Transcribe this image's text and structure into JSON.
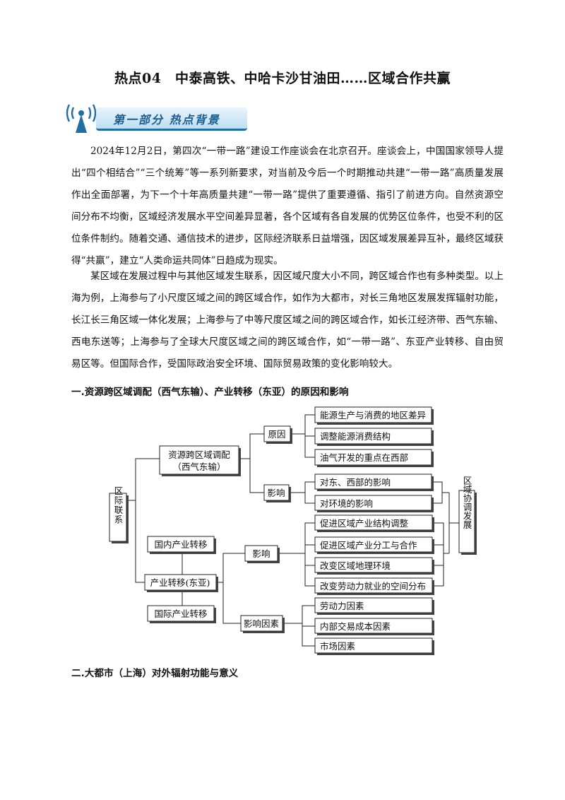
{
  "title": "热点04　中泰高铁、中哈卡沙甘油田……区域合作共赢",
  "banner": {
    "label": "第一部分 热点背景",
    "icon": "signal-tower-icon"
  },
  "paragraphs": [
    "2024年12月2日，第四次“一带一路”建设工作座谈会在北京召开。座谈会上，中国国家领导人提出“四个相结合”“三个统筹”等一系列新要求，对当前及今后一个时期推动共建“一带一路”高质量发展作出全面部署，为下一个十年高质量共建“一带一路”提供了重要遵循、指引了前进方向。自然资源空间分布不均衡，区域经济发展水平空间差异显著，各个区域有各自发展的优势区位条件，也受不利的区位条件制约。随着交通、通信技术的进步，区际经济联系日益增强，因区域发展差异互补，最终区域获得“共赢”，建立“人类命运共同体”日趋成为现实。",
    "某区域在发展过程中与其他区域发生联系，因区域尺度大小不同，跨区域合作也有多种类型。以上海为例，上海参与了小尺度区域之间的跨区域合作，如作为大都市，对长三角地区发展发挥辐射功能，长江长三角区域一体化发展；上海参与了中等尺度区域之间的跨区域合作，如长江经济带、西气东输、西电东送等；上海参与了全球大尺度区域之间的跨区域合作，如“一带一路”、东亚产业转移、自由贸易区等。但国际合作，受国际政治安全环境、国际贸易政策的变化影响较大。"
  ],
  "section1": "一.资源跨区域调配（西气东输）、产业转移（东亚）的原因和影响",
  "section2": "二.大都市（上海）对外辐射功能与意义",
  "diagram": {
    "root": "区际联系",
    "resource": [
      "资源跨区域调配",
      "（西气东输）"
    ],
    "cause": "原因",
    "cause_items": [
      "能源生产与消费的地区差异",
      "调整能源消费结构",
      "油气开发的重点在西部"
    ],
    "influence1": "影响",
    "influence1_items": [
      "对东、西部的影响",
      "对环境的影响"
    ],
    "result": "区域协调发展",
    "domestic": "国内产业转移",
    "transfer": "产业转移(东亚)",
    "international": "国际产业转移",
    "influence2": "影响",
    "influence2_items": [
      "促进区域产业结构调整",
      "促进区域产业分工与合作",
      "改变区域地理环境",
      "改变劳动力就业的空间分布"
    ],
    "factors": "影响因素",
    "factor_items": [
      "劳动力因素",
      "内部交易成本因素",
      "市场因素"
    ]
  }
}
